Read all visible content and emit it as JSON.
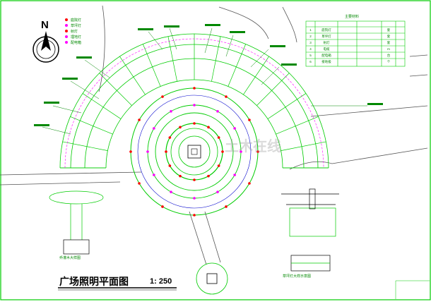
{
  "drawing": {
    "title": "广场照明平面图",
    "scale": "1: 250",
    "north_label": "N",
    "detail_label_tree": "乔灌木大样图",
    "detail_label_lamp": "草坪灯大样示意图",
    "watermark": "土木在线"
  },
  "legend_table": {
    "heading": "主要材料",
    "rows": [
      {
        "no": "1",
        "name": "庭院灯",
        "spec": "",
        "unit": "套"
      },
      {
        "no": "2",
        "name": "草坪灯",
        "spec": "",
        "unit": "套"
      },
      {
        "no": "3",
        "name": "射灯",
        "spec": "",
        "unit": "套"
      },
      {
        "no": "4",
        "name": "电缆",
        "spec": "",
        "unit": "m"
      },
      {
        "no": "5",
        "name": "配电箱",
        "spec": "",
        "unit": "台"
      },
      {
        "no": "6",
        "name": "接地极",
        "spec": "",
        "unit": "个"
      }
    ]
  },
  "symbol_legend": [
    {
      "label": "庭院灯",
      "color": "#ff0000"
    },
    {
      "label": "草坪灯",
      "color": "#ff00ff"
    },
    {
      "label": "射灯",
      "color": "#ff0000"
    },
    {
      "label": "埋地灯",
      "color": "#ff00ff"
    },
    {
      "label": "配电箱",
      "color": "#ff00ff"
    }
  ],
  "colors": {
    "linework": "#00cc00",
    "annotation": "#008800",
    "road": "#555555",
    "cable": "#0000cc",
    "fixture": "#ff0000",
    "magenta": "#ff00ff",
    "text": "#000000"
  }
}
